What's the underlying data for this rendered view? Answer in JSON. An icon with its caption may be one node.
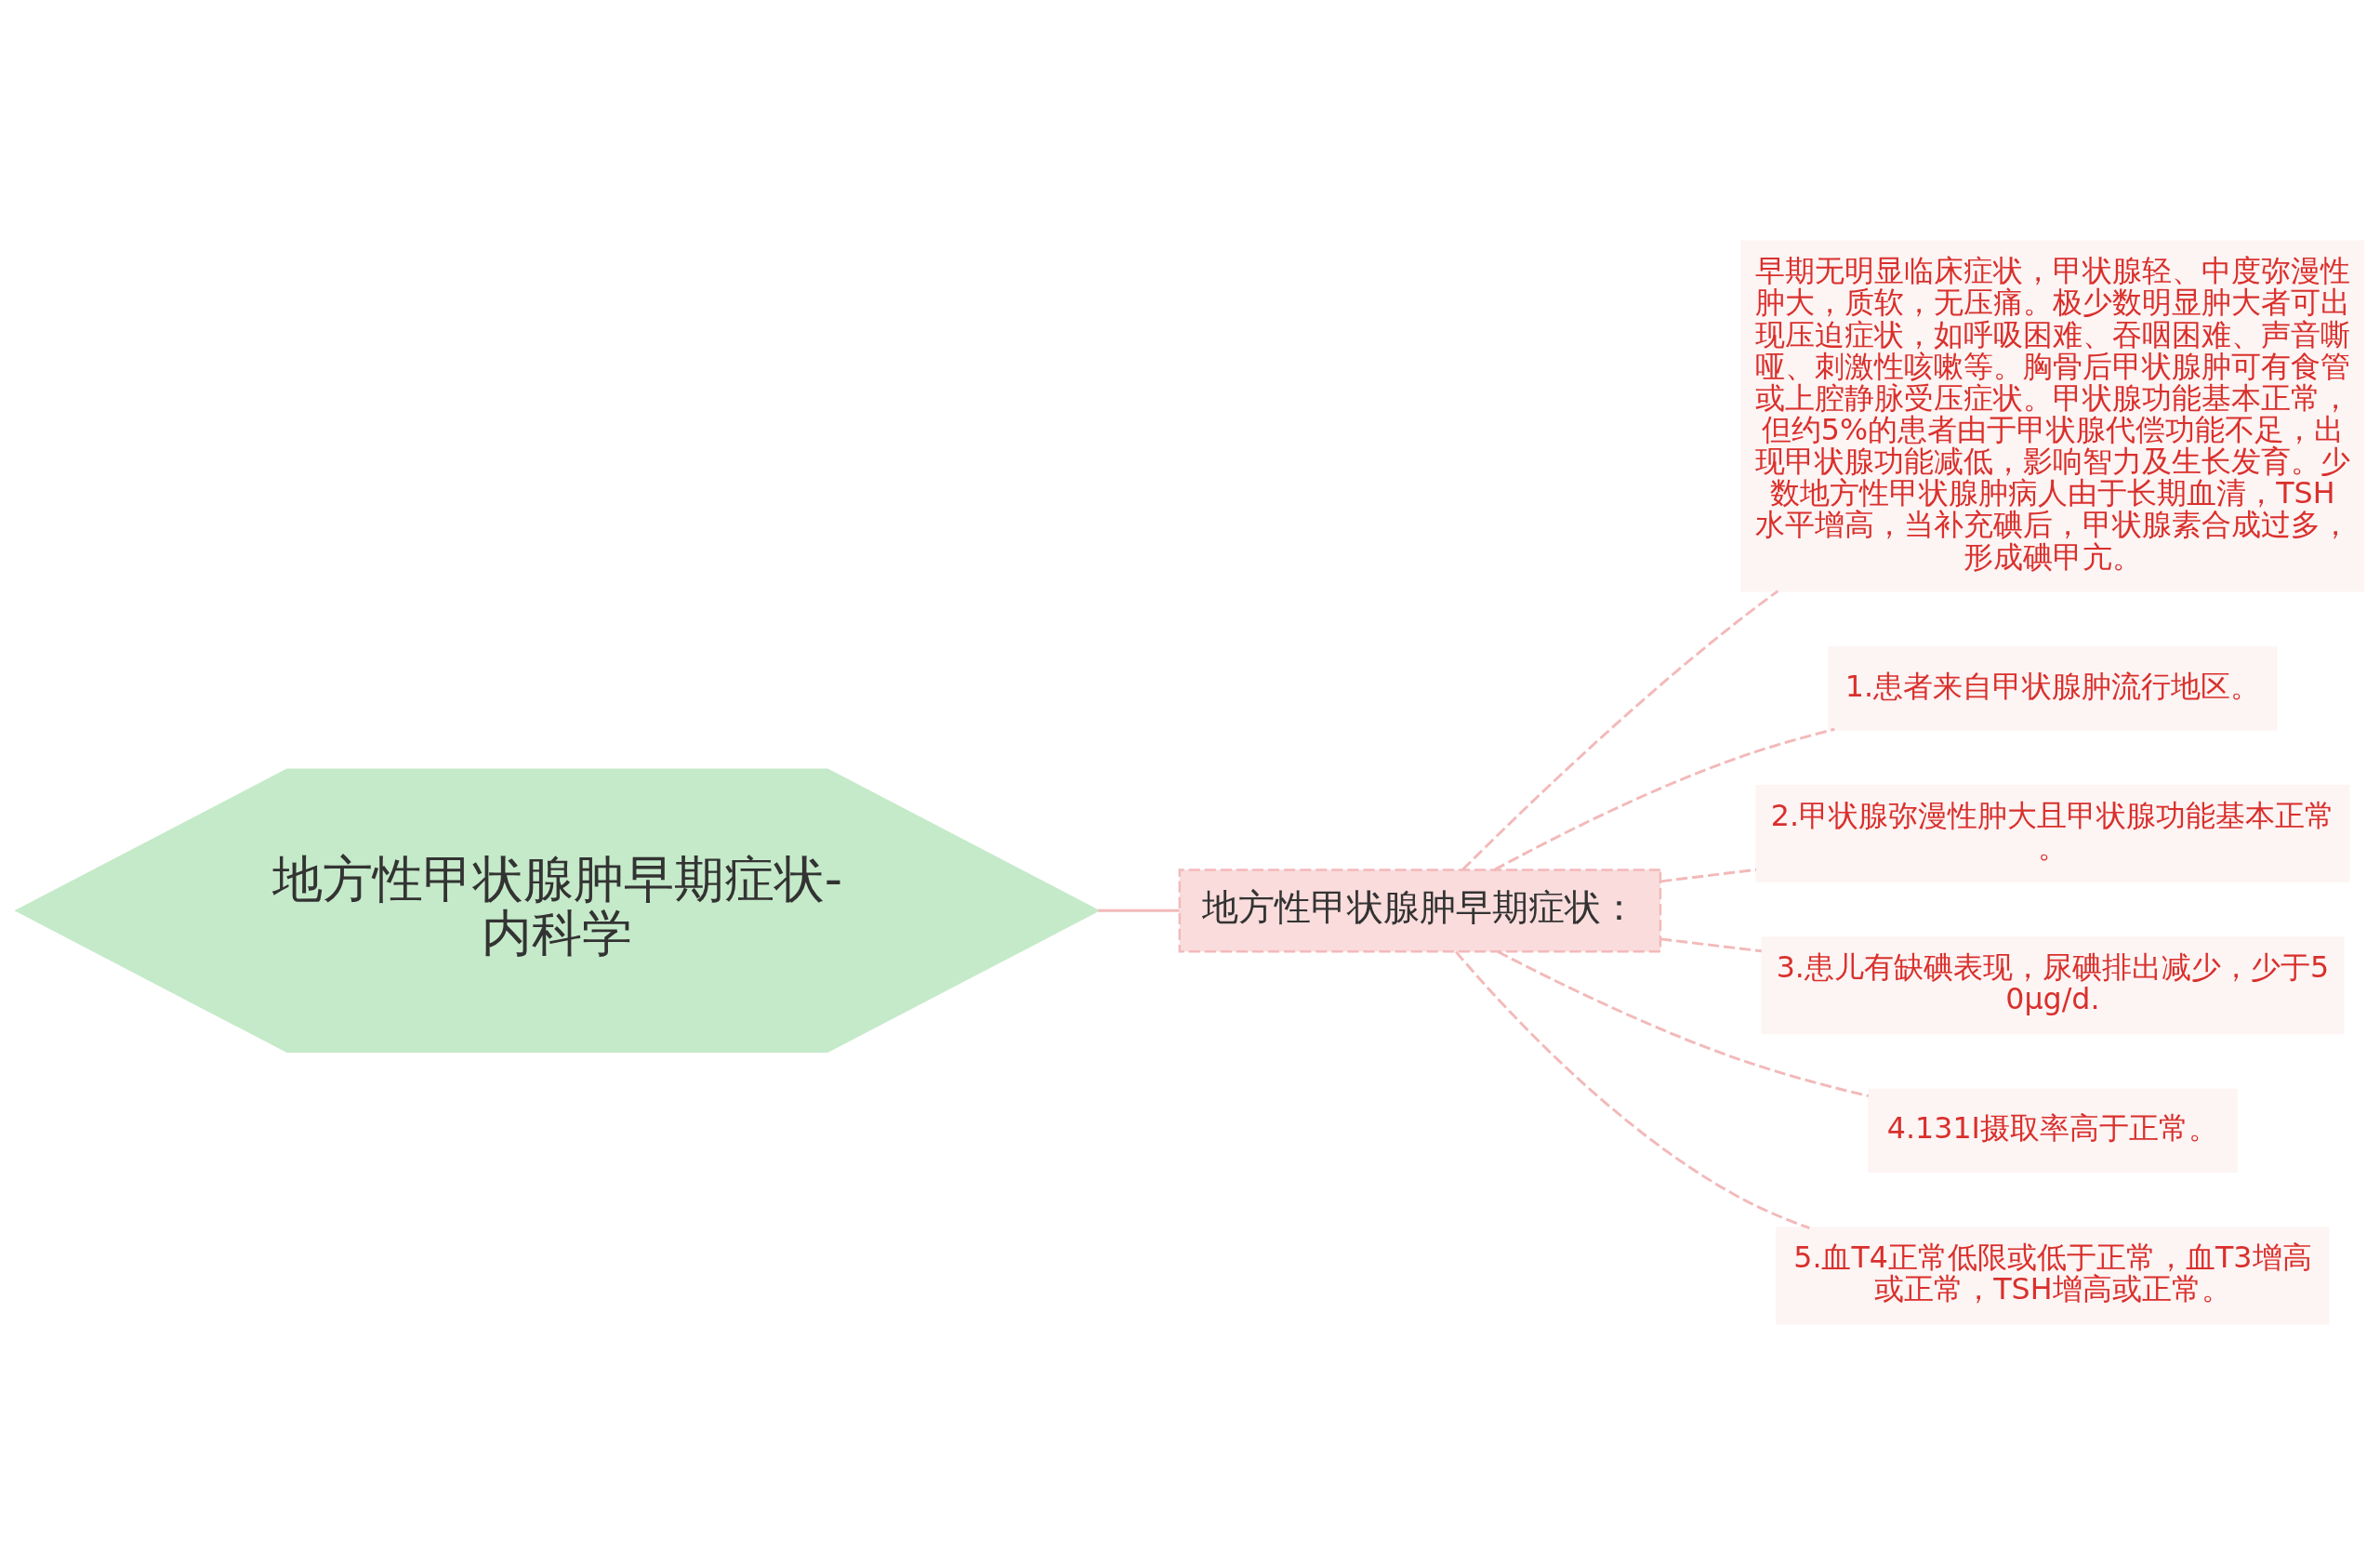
{
  "diagram": {
    "nodes": [
      {
        "text": [
          "地方性甲状腺肿早期症状-内科学"
        ]
      },
      {
        "text": [
          "地方性甲状腺肿早期症状："
        ]
      },
      {
        "text": [
          "早期无明显临床症状，甲状腺轻、中度弥漫性肿大，质软，无压痛。极少数明显肿大者可出现压迫症状，如呼吸困难、吞咽困难、声音嘶哑、刺激性咳嗽等。胸骨后甲状腺肿可有食管或上腔静脉受压症状。甲状腺功能基本正常，但约5%的患者由于甲状腺代偿功能不足，出现甲状腺功能减低，影响智力及生长发育。少数地方性甲状腺肿病人由于长期血清，TSH水平增高，当补充碘后，甲状腺素合成过多，形成碘甲亢。"
        ]
      },
      {
        "text": [
          "1.患者来自甲状腺肿流行地区。"
        ]
      },
      {
        "text": [
          "2.甲状腺弥漫性肿大且甲状腺功能基本正常。"
        ]
      },
      {
        "text": [
          "3.患儿有缺碘表现，尿碘排出减少，少于50μg/d."
        ]
      },
      {
        "text": [
          "4.131Ⅰ摄取率高于正常。"
        ]
      },
      {
        "text": [
          "5.血T4正常低限或低于正常，血T3增高或正常，TSH增高或正常。"
        ]
      }
    ],
    "edges": [
      {
        "from": 0,
        "to": 1,
        "arrow": "none"
      },
      {
        "from": 1,
        "to": 2,
        "arrow": "none",
        "style": "dashed"
      },
      {
        "from": 1,
        "to": 3,
        "arrow": "none",
        "style": "dashed"
      },
      {
        "from": 1,
        "to": 4,
        "arrow": "none",
        "style": "dashed"
      },
      {
        "from": 1,
        "to": 5,
        "arrow": "none",
        "style": "dashed"
      },
      {
        "from": 1,
        "to": 6,
        "arrow": "none",
        "style": "dashed"
      },
      {
        "from": 1,
        "to": 7,
        "arrow": "none",
        "style": "dashed"
      }
    ]
  }
}
